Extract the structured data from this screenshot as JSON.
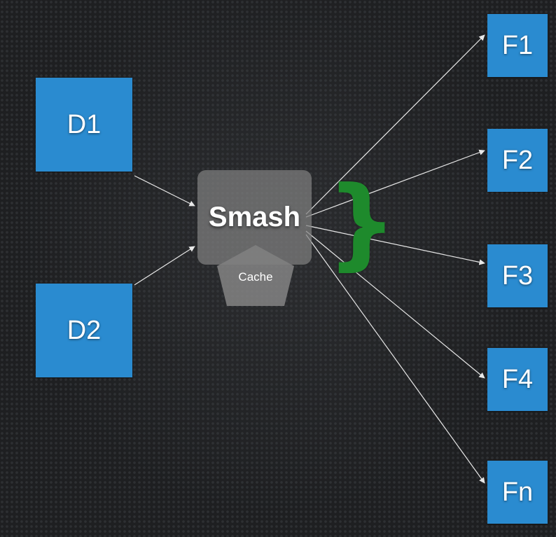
{
  "diagram": {
    "sources": [
      {
        "id": "d1",
        "label": "D1"
      },
      {
        "id": "d2",
        "label": "D2"
      }
    ],
    "processor": {
      "label": "Smash",
      "cache_label": "Cache"
    },
    "brace": "}",
    "targets": [
      {
        "id": "f1",
        "label": "F1"
      },
      {
        "id": "f2",
        "label": "F2"
      },
      {
        "id": "f3",
        "label": "F3"
      },
      {
        "id": "f4",
        "label": "F4"
      },
      {
        "id": "fn",
        "label": "Fn"
      }
    ],
    "edges": [
      {
        "from": "d1",
        "to": "smash"
      },
      {
        "from": "d2",
        "to": "smash"
      },
      {
        "from": "smash",
        "to": "f1"
      },
      {
        "from": "smash",
        "to": "f2"
      },
      {
        "from": "smash",
        "to": "f3"
      },
      {
        "from": "smash",
        "to": "f4"
      },
      {
        "from": "smash",
        "to": "fn"
      }
    ],
    "colors": {
      "box": "#2a8bd0",
      "smash_box": "#808080",
      "cache_shape": "#8a8a8a",
      "brace": "#1e8a2c",
      "arrow": "#e8e8e8",
      "background": "#1e1f21"
    }
  }
}
